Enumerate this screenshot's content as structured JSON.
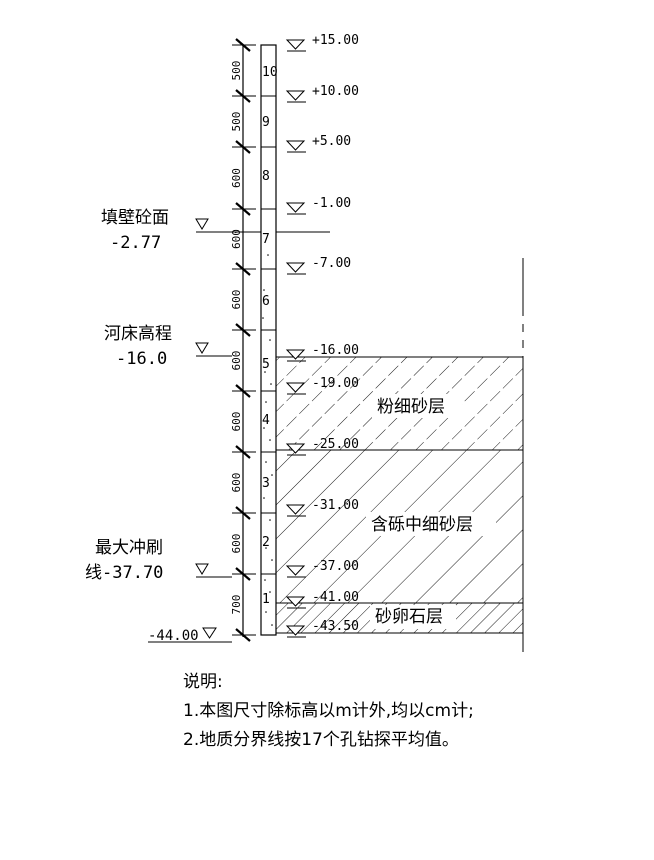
{
  "elevation_marks": [
    "+15.00",
    "+10.00",
    "+5.00",
    "-1.00",
    "-7.00",
    "-16.00",
    "-19.00",
    "-25.00",
    "-31.00",
    "-37.00",
    "-41.00",
    "-43.50"
  ],
  "segment_numbers": [
    "10",
    "9",
    "8",
    "7",
    "6",
    "5",
    "4",
    "3",
    "2",
    "1"
  ],
  "segment_dimensions": [
    "500",
    "500",
    "600",
    "600",
    "600",
    "600",
    "600",
    "600",
    "600",
    "700"
  ],
  "left_labels": {
    "fill_surface_title": "填壁砼面",
    "fill_surface_value": "-2.77",
    "riverbed_title": "河床高程",
    "riverbed_value": "-16.0",
    "scour_title": "最大冲刷",
    "scour_value": "线-37.70",
    "bottom_value": "-44.00"
  },
  "layers": [
    "粉细砂层",
    "含砾中细砂层",
    "砂卵石层"
  ],
  "notes": {
    "heading": "说明:",
    "line1": "1.本图尺寸除标高以m计外,均以cm计;",
    "line2": "2.地质分界线按17个孔钻探平均值。"
  }
}
